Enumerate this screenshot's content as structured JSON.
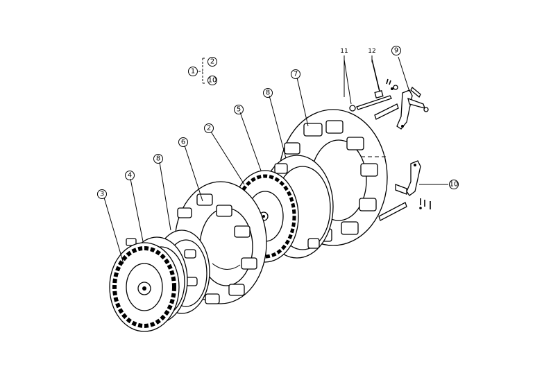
{
  "callouts": [
    {
      "label": "1"
    },
    {
      "label": "2"
    },
    {
      "label": "10"
    },
    {
      "label": "11"
    },
    {
      "label": "12"
    },
    {
      "label": "9"
    },
    {
      "label": "7"
    },
    {
      "label": "8"
    },
    {
      "label": "5"
    },
    {
      "label": "2"
    },
    {
      "label": "6"
    },
    {
      "label": "8"
    },
    {
      "label": "4"
    },
    {
      "label": "3"
    },
    {
      "label": "10"
    }
  ]
}
